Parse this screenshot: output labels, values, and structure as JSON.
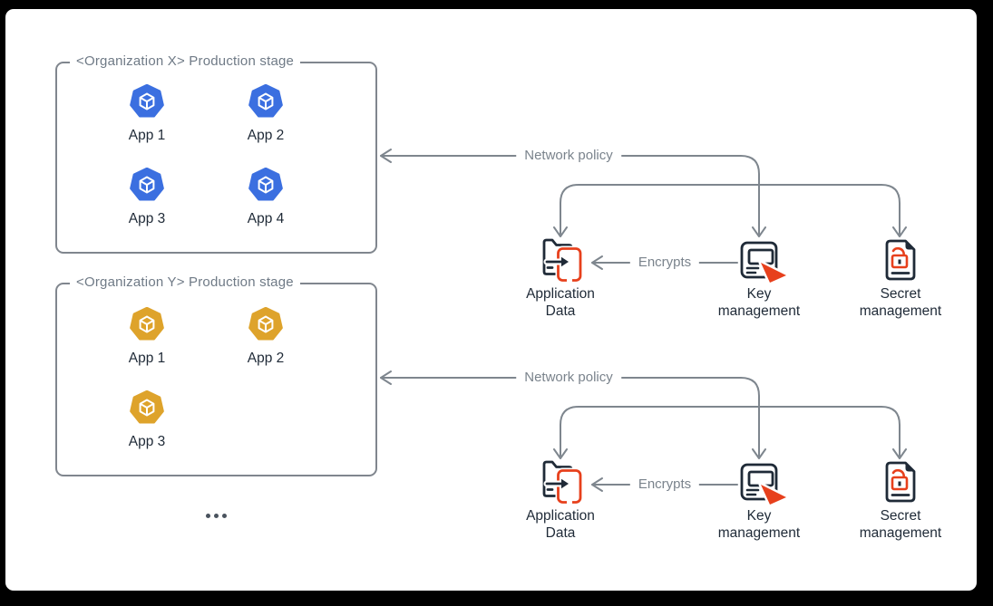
{
  "diagram": {
    "org_boxes": [
      {
        "title": "<Organization X> Production stage",
        "app_color": "#3B6FE0",
        "apps": [
          "App 1",
          "App 2",
          "App 3",
          "App 4"
        ]
      },
      {
        "title": "<Organization Y> Production stage",
        "app_color": "#DEA32B",
        "apps": [
          "App 1",
          "App 2",
          "App 3"
        ]
      }
    ],
    "policy_groups": [
      {
        "network_policy_label": "Network policy",
        "encrypts_label": "Encrypts",
        "nodes": [
          {
            "label": "Application Data",
            "icon": "application-data-icon"
          },
          {
            "label": "Key management",
            "icon": "key-management-icon"
          },
          {
            "label": "Secret management",
            "icon": "secret-management-icon"
          }
        ]
      },
      {
        "network_policy_label": "Network policy",
        "encrypts_label": "Encrypts",
        "nodes": [
          {
            "label": "Application Data",
            "icon": "application-data-icon"
          },
          {
            "label": "Key management",
            "icon": "key-management-icon"
          },
          {
            "label": "Secret management",
            "icon": "secret-management-icon"
          }
        ]
      }
    ],
    "icons": {
      "app": "kubernetes-app-hexagon-icon",
      "ellipsis": "three-dots-icon"
    },
    "colors": {
      "frame_bg": "#000000",
      "panel_bg": "#FFFFFF",
      "line_gray": "#7E868E",
      "box_border_gray": "#80868E",
      "label_gray": "#7A838C",
      "ink_dark": "#1F2A37",
      "accent_red": "#E7401C",
      "app_blue": "#3B6FE0",
      "app_gold": "#DEA32B"
    }
  }
}
